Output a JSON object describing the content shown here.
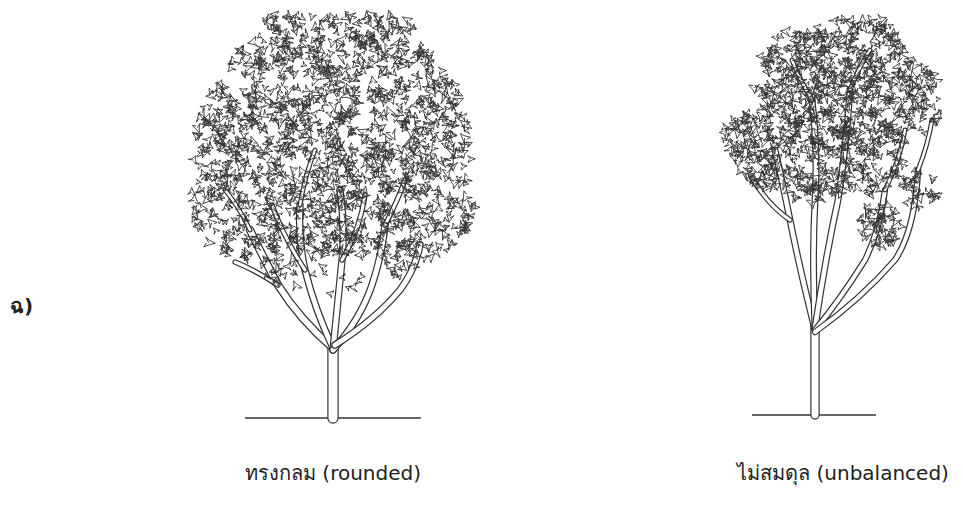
{
  "diagram": {
    "labels": [
      "ฉ)",
      "ทรงกลม (rounded)",
      "ไม่สมดุล (unbalanced)"
    ]
  }
}
